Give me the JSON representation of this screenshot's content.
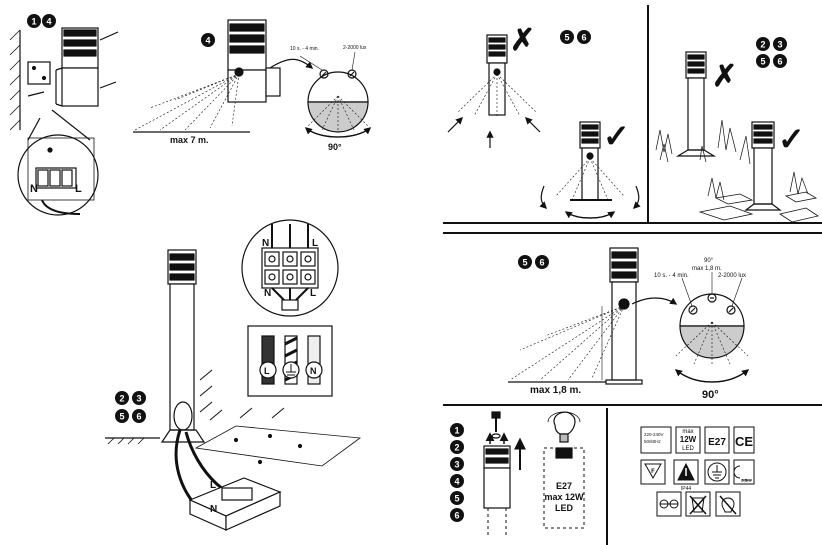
{
  "steps": {
    "s14": [
      "1",
      "4"
    ],
    "s4": [
      "4"
    ],
    "s56_top": [
      "5",
      "6"
    ],
    "s2356_top": [
      "2",
      "3",
      "5",
      "6"
    ],
    "s56_mid": [
      "5",
      "6"
    ],
    "s2356_left": [
      "2",
      "3",
      "5",
      "6"
    ],
    "s123456": [
      "1",
      "2",
      "3",
      "4",
      "5",
      "6"
    ]
  },
  "wall_sensor": {
    "time_label": "10 s. - 4 min.",
    "lux_label": "2-2000 lux",
    "angle_label": "90°",
    "range_label": "max 7 m."
  },
  "post_sensor": {
    "angle_top": "90°",
    "height_label": "max 1,8 m.",
    "time_label": "10 s. - 4 min.",
    "lux_label": "2-2000 lux",
    "angle_label": "90°",
    "range_label": "max 1,8 m."
  },
  "terminals": {
    "n": "N",
    "l": "L",
    "box_n": "N",
    "box_l": "L",
    "wire_l": "L",
    "wire_n": "N"
  },
  "bulb": {
    "socket": "E27",
    "power": "max 12W",
    "type": "LED"
  },
  "specs": {
    "voltage": "220-240V",
    "freq": "50/60Hz",
    "max": "max",
    "power": "12W",
    "led": "LED",
    "socket": "E27",
    "ce": "CE",
    "f": "F",
    "ip": "IP44",
    "dist": "0,5m"
  },
  "marks": {
    "no": "✗",
    "yes": "✓"
  }
}
